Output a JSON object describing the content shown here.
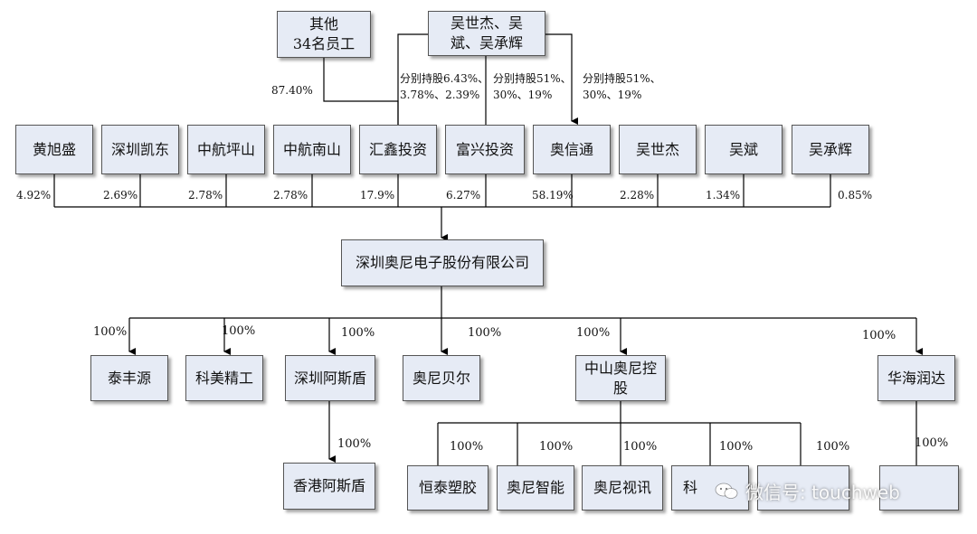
{
  "top": {
    "employees": "其他\n34名员工",
    "family": "吴世杰、吴\n斌、吴承辉"
  },
  "notes": {
    "employees_pct": "87.40%",
    "huixin": "分别持股6.43%、\n3.78%、2.39%",
    "fuxing": "分别持股51%、\n30%、19%",
    "aoxintong": "分别持股51%、\n30%、19%"
  },
  "shareholders": [
    {
      "name": "黄旭盛",
      "pct": "4.92%"
    },
    {
      "name": "深圳凯东",
      "pct": "2.69%"
    },
    {
      "name": "中航坪山",
      "pct": "2.78%"
    },
    {
      "name": "中航南山",
      "pct": "2.78%"
    },
    {
      "name": "汇鑫投资",
      "pct": "17.9%"
    },
    {
      "name": "富兴投资",
      "pct": "6.27%"
    },
    {
      "name": "奥信通",
      "pct": "58.19%"
    },
    {
      "name": "吴世杰",
      "pct": "2.28%"
    },
    {
      "name": "吴斌",
      "pct": "1.34%"
    },
    {
      "name": "吴承辉",
      "pct": "0.85%"
    }
  ],
  "company": "深圳奥尼电子股份有限公司",
  "subsidiaries": [
    {
      "name": "泰丰源",
      "pct": "100%"
    },
    {
      "name": "科美精工",
      "pct": "100%"
    },
    {
      "name": "深圳阿斯盾",
      "pct": "100%"
    },
    {
      "name": "奥尼贝尔",
      "pct": "100%"
    },
    {
      "name": "中山奥尼控\n股",
      "pct": "100%"
    },
    {
      "name": "华海润达",
      "pct": "100%"
    }
  ],
  "asd_child": {
    "name": "香港阿斯盾",
    "pct": "100%"
  },
  "zs_children": [
    {
      "name": "恒泰塑胶",
      "pct": "100%"
    },
    {
      "name": "奥尼智能",
      "pct": "100%"
    },
    {
      "name": "奥尼视讯",
      "pct": "100%"
    },
    {
      "name": "科",
      "pct": "100%"
    },
    {
      "name": "",
      "pct": "100%"
    }
  ],
  "hh_child": {
    "name": "",
    "pct": "100%"
  },
  "watermark": "微信号: touchweb"
}
